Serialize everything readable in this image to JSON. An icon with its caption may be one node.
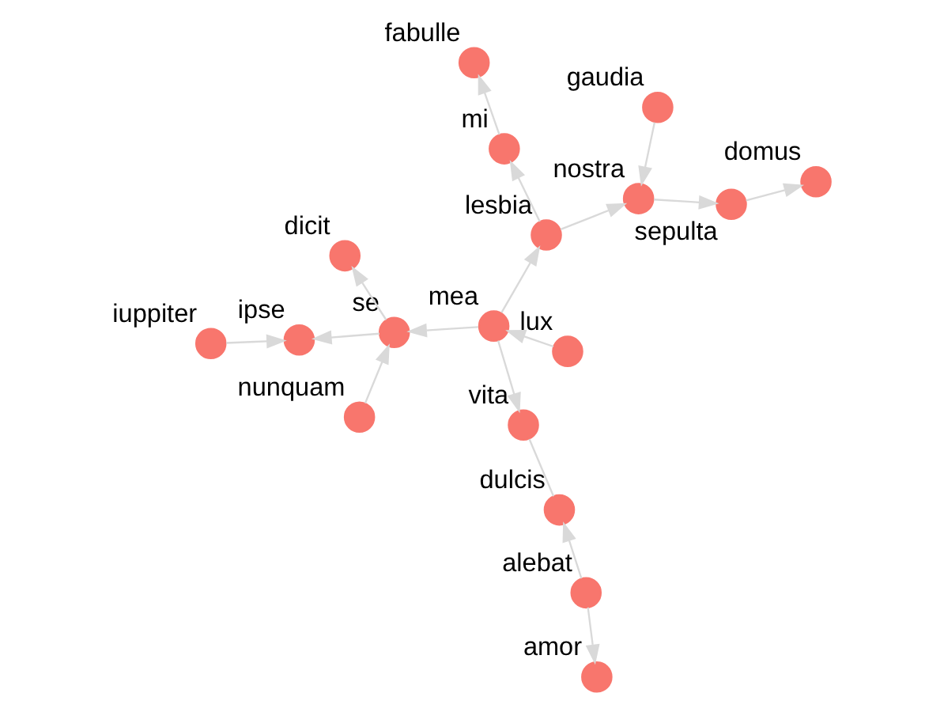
{
  "diagram": {
    "nodes": [
      {
        "text": [
          "iuppiter"
        ]
      },
      {
        "text": [
          "ipse"
        ]
      },
      {
        "text": [
          "nunquam"
        ]
      },
      {
        "text": [
          "se"
        ]
      },
      {
        "text": [
          "dicit"
        ]
      },
      {
        "text": [
          "amor"
        ]
      },
      {
        "text": [
          "alebat"
        ]
      },
      {
        "text": [
          "dulcis"
        ]
      },
      {
        "text": [
          "fabulle"
        ]
      },
      {
        "text": [
          "mea"
        ]
      },
      {
        "text": [
          "vita"
        ]
      },
      {
        "text": [
          "mi"
        ]
      },
      {
        "text": [
          "lux"
        ]
      },
      {
        "text": [
          "lesbia"
        ]
      },
      {
        "text": [
          "nostra"
        ]
      },
      {
        "text": [
          "sepulta"
        ]
      },
      {
        "text": [
          "domus"
        ]
      },
      {
        "text": [
          "gaudia"
        ]
      }
    ],
    "edges": [
      {
        "from": 0,
        "to": 1,
        "arrow": "to"
      },
      {
        "from": 3,
        "to": 1,
        "arrow": "to"
      },
      {
        "from": 2,
        "to": 3,
        "arrow": "to"
      },
      {
        "from": 3,
        "to": 4,
        "arrow": "to"
      },
      {
        "from": 6,
        "to": 5,
        "arrow": "to"
      },
      {
        "from": 6,
        "to": 7,
        "arrow": "to"
      },
      {
        "from": 10,
        "to": 7,
        "arrow": "none"
      },
      {
        "from": 9,
        "to": 3,
        "arrow": "to"
      },
      {
        "from": 9,
        "to": 10,
        "arrow": "to"
      },
      {
        "from": 12,
        "to": 9,
        "arrow": "to"
      },
      {
        "from": 9,
        "to": 13,
        "arrow": "to"
      },
      {
        "from": 13,
        "to": 11,
        "arrow": "to"
      },
      {
        "from": 11,
        "to": 8,
        "arrow": "to"
      },
      {
        "from": 13,
        "to": 14,
        "arrow": "to"
      },
      {
        "from": 17,
        "to": 14,
        "arrow": "to"
      },
      {
        "from": 14,
        "to": 15,
        "arrow": "to"
      },
      {
        "from": 15,
        "to": 16,
        "arrow": "to"
      }
    ]
  }
}
